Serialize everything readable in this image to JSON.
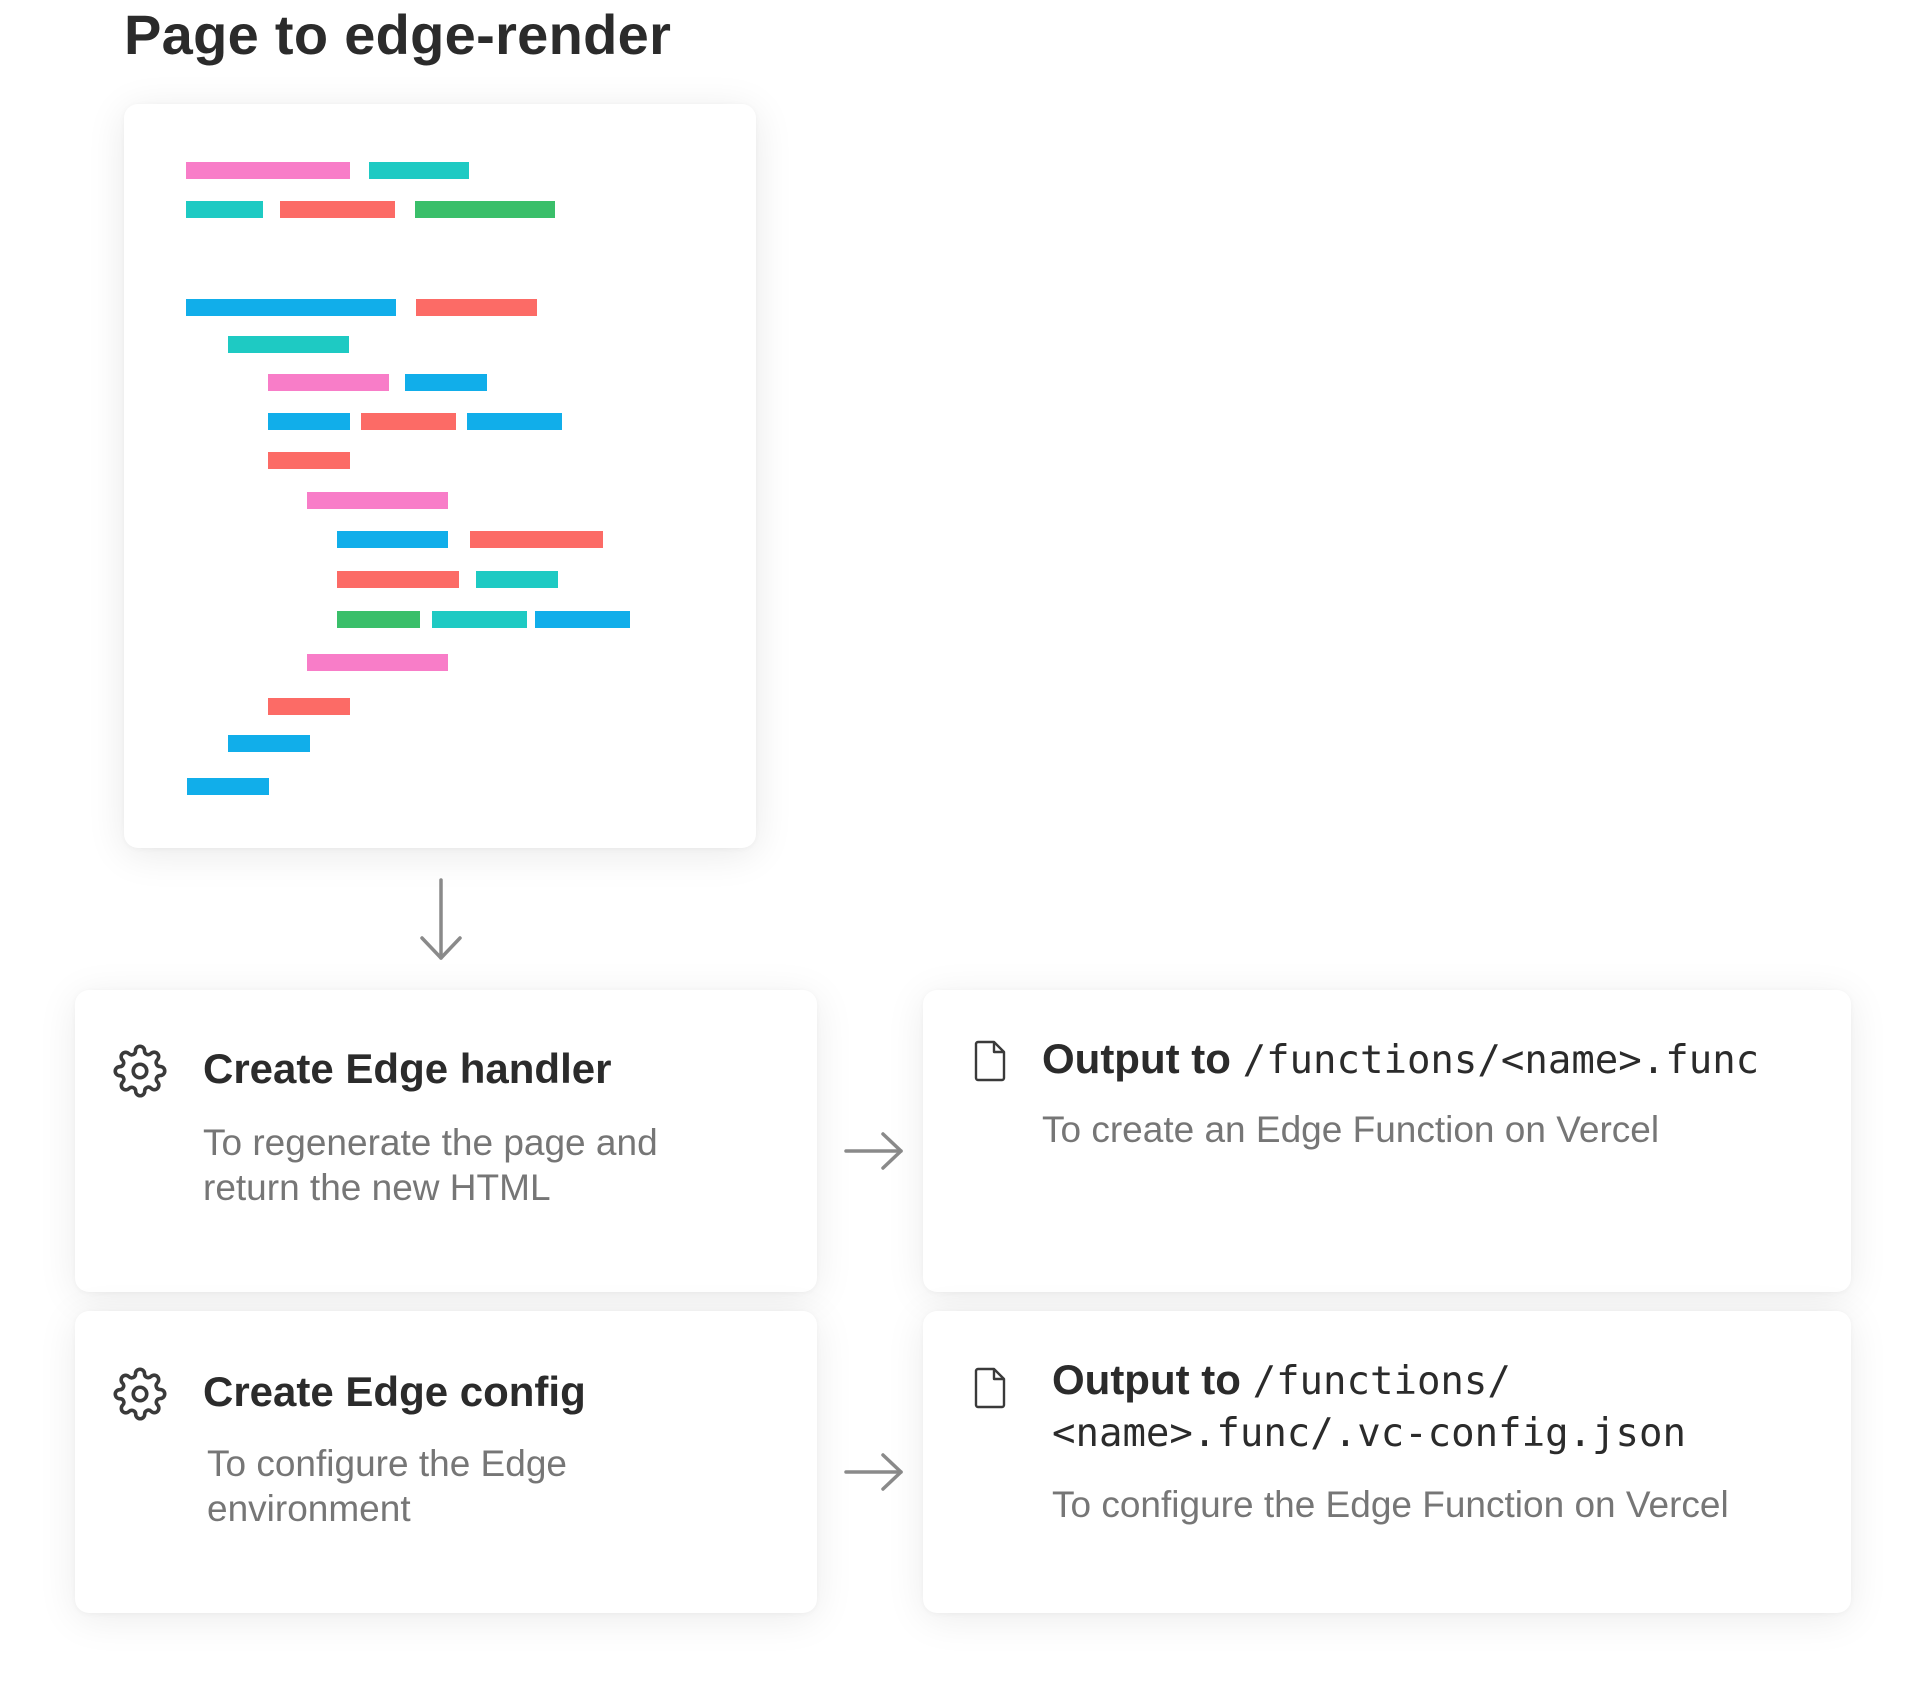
{
  "title": "Page to edge-render",
  "colors": {
    "pink": "#f87dc8",
    "teal": "#1ecac3",
    "red": "#fc6b66",
    "green": "#3abf6a",
    "blue": "#11aeea",
    "arrow": "#8a8a8a",
    "icon": "#3a3a3a"
  },
  "code_lines": [
    [
      "pink",
      "teal"
    ],
    [
      "teal",
      "red",
      "green"
    ],
    [],
    [
      "blue",
      "red"
    ],
    [
      "teal"
    ],
    [
      "pink",
      "blue"
    ],
    [
      "blue",
      "red",
      "blue"
    ],
    [
      "red"
    ],
    [
      "pink"
    ],
    [
      "blue",
      "red"
    ],
    [
      "red",
      "teal"
    ],
    [
      "green",
      "teal",
      "blue"
    ],
    [
      "pink"
    ],
    [
      "red"
    ],
    [
      "blue"
    ],
    [
      "blue"
    ]
  ],
  "handlers": [
    {
      "icon": "gear-icon",
      "title": "Create Edge handler",
      "description": "To regenerate the page and return the new HTML"
    },
    {
      "icon": "gear-icon",
      "title": "Create Edge config",
      "description": "To configure the Edge environment"
    }
  ],
  "outputs": [
    {
      "icon": "file-icon",
      "prefix": "Output to",
      "path": "/functions/<name>.func",
      "description": "To create an Edge Function on Vercel"
    },
    {
      "icon": "file-icon",
      "prefix": "Output to",
      "path_line1": "/functions/",
      "path_line2": "<name>.func/.vc-config.json",
      "description": "To configure the Edge Function on Vercel"
    }
  ]
}
